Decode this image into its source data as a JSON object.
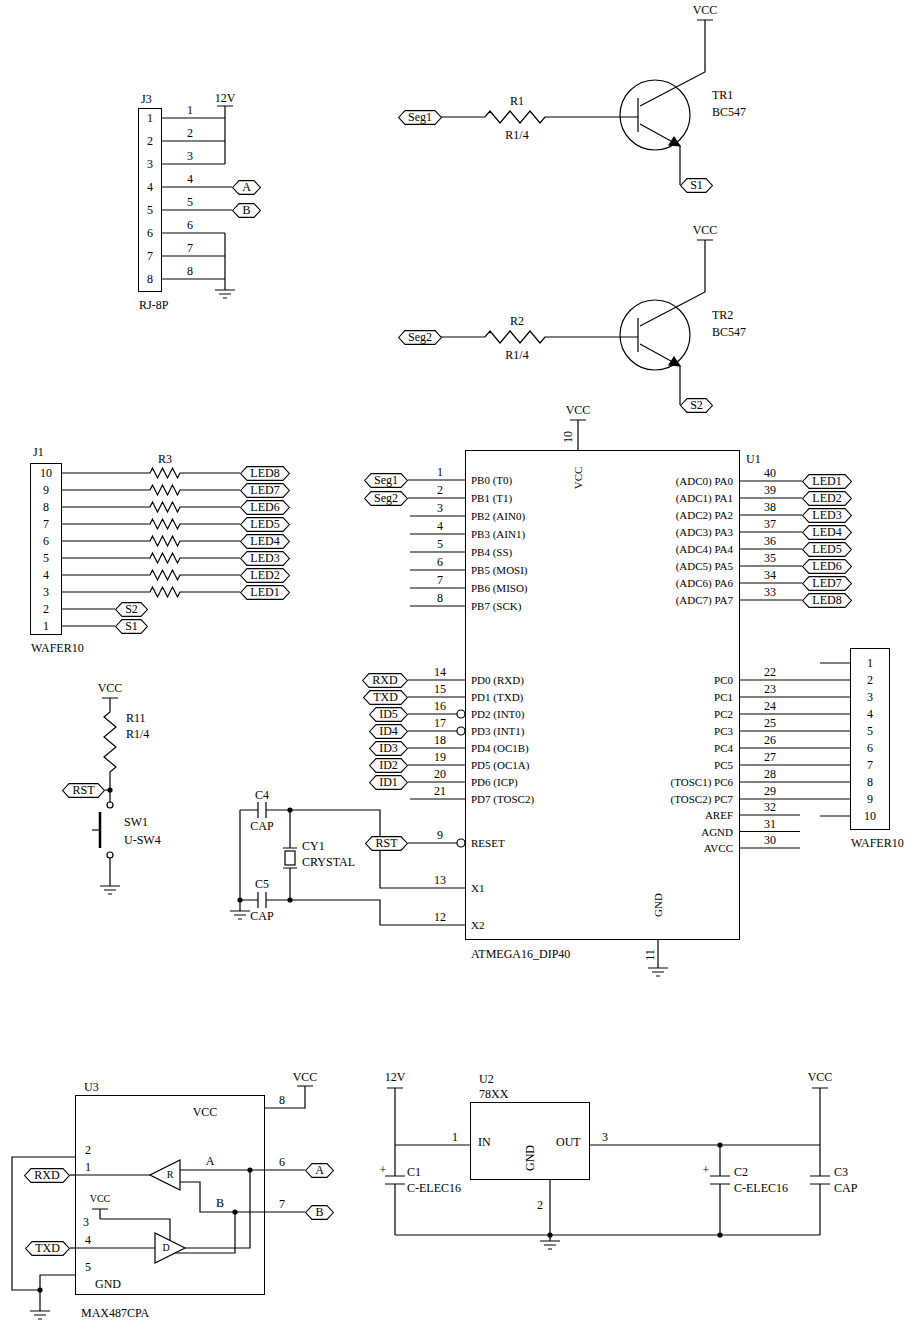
{
  "diagram": {
    "nodes": [
      {
        "text": [
          "J3",
          "RJ-8P"
        ]
      },
      {
        "text": [
          "A"
        ]
      },
      {
        "text": [
          "B"
        ]
      },
      {
        "text": [
          "Seg1"
        ]
      },
      {
        "text": [
          "S1"
        ]
      },
      {
        "text": [
          "Seg2"
        ]
      },
      {
        "text": [
          "S2"
        ]
      },
      {
        "text": [
          "J1",
          "WAFER10"
        ]
      },
      {
        "text": [
          "LED8"
        ]
      },
      {
        "text": [
          "LED7"
        ]
      },
      {
        "text": [
          "LED6"
        ]
      },
      {
        "text": [
          "LED5"
        ]
      },
      {
        "text": [
          "LED4"
        ]
      },
      {
        "text": [
          "LED3"
        ]
      },
      {
        "text": [
          "LED2"
        ]
      },
      {
        "text": [
          "LED1"
        ]
      },
      {
        "text": [
          "S2"
        ]
      },
      {
        "text": [
          "S1"
        ]
      },
      {
        "text": [
          "U1",
          "ATMEGA16_DIP40"
        ]
      },
      {
        "text": [
          "Seg1"
        ]
      },
      {
        "text": [
          "Seg2"
        ]
      },
      {
        "text": [
          "RXD"
        ]
      },
      {
        "text": [
          "TXD"
        ]
      },
      {
        "text": [
          "ID5"
        ]
      },
      {
        "text": [
          "ID4"
        ]
      },
      {
        "text": [
          "ID3"
        ]
      },
      {
        "text": [
          "ID2"
        ]
      },
      {
        "text": [
          "ID1"
        ]
      },
      {
        "text": [
          "RST"
        ]
      },
      {
        "text": [
          "LED1"
        ]
      },
      {
        "text": [
          "LED2"
        ]
      },
      {
        "text": [
          "LED3"
        ]
      },
      {
        "text": [
          "LED4"
        ]
      },
      {
        "text": [
          "LED5"
        ]
      },
      {
        "text": [
          "LED6"
        ]
      },
      {
        "text": [
          "LED7"
        ]
      },
      {
        "text": [
          "LED8"
        ]
      },
      {
        "text": [
          "WAFER10"
        ]
      },
      {
        "text": [
          "RST"
        ]
      },
      {
        "text": [
          "U3",
          "MAX487CPA"
        ]
      },
      {
        "text": [
          "RXD"
        ]
      },
      {
        "text": [
          "TXD"
        ]
      },
      {
        "text": [
          "A"
        ]
      },
      {
        "text": [
          "B"
        ]
      },
      {
        "text": [
          "U2",
          "78XX"
        ]
      }
    ],
    "edges": [
      {
        "from": 0,
        "to": 1,
        "arrow": "none"
      },
      {
        "from": 0,
        "to": 2,
        "arrow": "none"
      },
      {
        "from": 7,
        "to": 8,
        "arrow": "none"
      },
      {
        "from": 7,
        "to": 9,
        "arrow": "none"
      },
      {
        "from": 7,
        "to": 10,
        "arrow": "none"
      },
      {
        "from": 7,
        "to": 11,
        "arrow": "none"
      },
      {
        "from": 7,
        "to": 12,
        "arrow": "none"
      },
      {
        "from": 7,
        "to": 13,
        "arrow": "none"
      },
      {
        "from": 7,
        "to": 14,
        "arrow": "none"
      },
      {
        "from": 7,
        "to": 15,
        "arrow": "none"
      },
      {
        "from": 7,
        "to": 16,
        "arrow": "none"
      },
      {
        "from": 7,
        "to": 17,
        "arrow": "none"
      },
      {
        "from": 19,
        "to": 18,
        "arrow": "none"
      },
      {
        "from": 20,
        "to": 18,
        "arrow": "none"
      },
      {
        "from": 21,
        "to": 18,
        "arrow": "none"
      },
      {
        "from": 22,
        "to": 18,
        "arrow": "none"
      },
      {
        "from": 23,
        "to": 18,
        "arrow": "none"
      },
      {
        "from": 24,
        "to": 18,
        "arrow": "none"
      },
      {
        "from": 25,
        "to": 18,
        "arrow": "none"
      },
      {
        "from": 26,
        "to": 18,
        "arrow": "none"
      },
      {
        "from": 27,
        "to": 18,
        "arrow": "none"
      },
      {
        "from": 28,
        "to": 18,
        "arrow": "none"
      },
      {
        "from": 18,
        "to": 29,
        "arrow": "none"
      },
      {
        "from": 18,
        "to": 30,
        "arrow": "none"
      },
      {
        "from": 18,
        "to": 31,
        "arrow": "none"
      },
      {
        "from": 18,
        "to": 32,
        "arrow": "none"
      },
      {
        "from": 18,
        "to": 33,
        "arrow": "none"
      },
      {
        "from": 18,
        "to": 34,
        "arrow": "none"
      },
      {
        "from": 18,
        "to": 35,
        "arrow": "none"
      },
      {
        "from": 18,
        "to": 36,
        "arrow": "none"
      },
      {
        "from": 18,
        "to": 37,
        "arrow": "none"
      },
      {
        "from": 18,
        "to": 37,
        "arrow": "none"
      },
      {
        "from": 18,
        "to": 37,
        "arrow": "none"
      },
      {
        "from": 18,
        "to": 37,
        "arrow": "none"
      },
      {
        "from": 18,
        "to": 37,
        "arrow": "none"
      },
      {
        "from": 18,
        "to": 37,
        "arrow": "none"
      },
      {
        "from": 18,
        "to": 37,
        "arrow": "none"
      },
      {
        "from": 18,
        "to": 37,
        "arrow": "none"
      },
      {
        "from": 39,
        "to": 40,
        "arrow": "none"
      },
      {
        "from": 39,
        "to": 41,
        "arrow": "none"
      },
      {
        "from": 39,
        "to": 42,
        "arrow": "none"
      },
      {
        "from": 39,
        "to": 43,
        "arrow": "none"
      }
    ],
    "labels": [
      "12V",
      "1",
      "2",
      "3",
      "4",
      "5",
      "6",
      "7",
      "8",
      "1",
      "2",
      "3",
      "4",
      "5",
      "6",
      "7",
      "8",
      "VCC",
      "TR1",
      "BC547",
      "R1",
      "R1/4",
      "VCC",
      "TR2",
      "BC547",
      "R2",
      "R1/4",
      "VCC",
      "10",
      "R3",
      "10",
      "9",
      "8",
      "7",
      "6",
      "5",
      "4",
      "3",
      "2",
      "1",
      "1",
      "2",
      "3",
      "4",
      "5",
      "6",
      "7",
      "8",
      "14",
      "15",
      "16",
      "17",
      "18",
      "19",
      "20",
      "21",
      "9",
      "13",
      "12",
      "PB0 (T0)",
      "PB1 (T1)",
      "PB2 (AIN0)",
      "PB3 (AIN1)",
      "PB4 (SS)",
      "PB5 (MOSI)",
      "PB6 (MISO)",
      "PB7 (SCK)",
      "PD0 (RXD)",
      "PD1 (TXD)",
      "PD2 (INT0)",
      "PD3 (INT1)",
      "PD4 (OC1B)",
      "PD5 (OC1A)",
      "PD6 (ICP)",
      "PD7 (TOSC2)",
      "RESET",
      "X1",
      "X2",
      "40",
      "39",
      "38",
      "37",
      "36",
      "35",
      "34",
      "33",
      "22",
      "23",
      "24",
      "25",
      "26",
      "27",
      "28",
      "29",
      "32",
      "31",
      "30",
      "(ADC0) PA0",
      "(ADC1) PA1",
      "(ADC2) PA2",
      "(ADC3) PA3",
      "(ADC4) PA4",
      "(ADC5) PA5",
      "(ADC6) PA6",
      "(ADC7) PA7",
      "PC0",
      "PC1",
      "PC2",
      "PC3",
      "PC4",
      "PC5",
      "(TOSC1) PC6",
      "(TOSC2) PC7",
      "AREF",
      "AGND",
      "AVCC",
      "VCC",
      "GND",
      "11",
      "1",
      "2",
      "3",
      "4",
      "5",
      "6",
      "7",
      "8",
      "9",
      "10",
      "VCC",
      "R11",
      "R1/4",
      "SW1",
      "U-SW4",
      "C4",
      "CAP",
      "CY1",
      "CRYSTAL",
      "C5",
      "CAP",
      "VCC",
      "VCC",
      "8",
      "2",
      "1",
      "R",
      "A",
      "6",
      "B",
      "7",
      "VCC",
      "3",
      "4",
      "D",
      "5",
      "GND",
      "12V",
      "1",
      "IN",
      "GND",
      "OUT",
      "3",
      "2",
      "+",
      "C1",
      "C-ELEC16",
      "+",
      "C2",
      "C-ELEC16",
      "VCC",
      "C3",
      "CAP"
    ]
  }
}
